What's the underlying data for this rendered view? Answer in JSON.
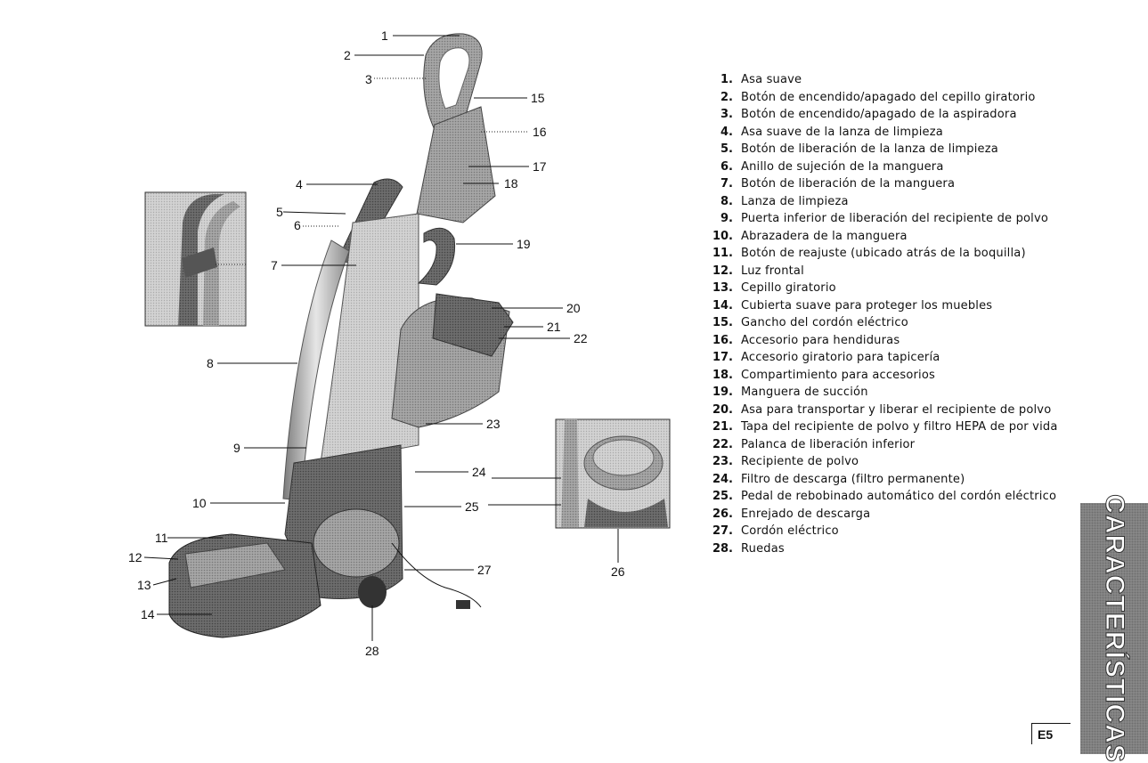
{
  "parts": [
    {
      "n": "1.",
      "label": "Asa suave"
    },
    {
      "n": "2.",
      "label": "Botón de encendido/apagado del cepillo giratorio"
    },
    {
      "n": "3.",
      "label": "Botón de encendido/apagado de la aspiradora"
    },
    {
      "n": "4.",
      "label": "Asa suave de la lanza de limpieza"
    },
    {
      "n": "5.",
      "label": "Botón de liberación de la lanza de limpieza"
    },
    {
      "n": "6.",
      "label": "Anillo de sujeción de la manguera"
    },
    {
      "n": "7.",
      "label": "Botón de liberación de la manguera"
    },
    {
      "n": "8.",
      "label": "Lanza de limpieza"
    },
    {
      "n": "9.",
      "label": "Puerta inferior de liberación del recipiente de polvo"
    },
    {
      "n": "10.",
      "label": "Abrazadera de la manguera"
    },
    {
      "n": "11.",
      "label": "Botón de reajuste (ubicado atrás de la boquilla)"
    },
    {
      "n": "12.",
      "label": "Luz frontal"
    },
    {
      "n": "13.",
      "label": "Cepillo giratorio"
    },
    {
      "n": "14.",
      "label": "Cubierta suave para proteger los muebles"
    },
    {
      "n": "15.",
      "label": "Gancho del cordón eléctrico"
    },
    {
      "n": "16.",
      "label": "Accesorio para hendiduras"
    },
    {
      "n": "17.",
      "label": "Accesorio giratorio para tapicería"
    },
    {
      "n": "18.",
      "label": "Compartimiento para accesorios"
    },
    {
      "n": "19.",
      "label": "Manguera de succión"
    },
    {
      "n": "20.",
      "label": "Asa para transportar y liberar el recipiente de polvo"
    },
    {
      "n": "21.",
      "label": "Tapa del recipiente de polvo y filtro HEPA de por vida"
    },
    {
      "n": "22.",
      "label": "Palanca de liberación inferior"
    },
    {
      "n": "23.",
      "label": "Recipiente de polvo"
    },
    {
      "n": "24.",
      "label": "Filtro de descarga (filtro permanente)"
    },
    {
      "n": "25.",
      "label": "Pedal de rebobinado automático del cordón eléctrico"
    },
    {
      "n": "26.",
      "label": "Enrejado de descarga"
    },
    {
      "n": "27.",
      "label": "Cordón eléctrico"
    },
    {
      "n": "28.",
      "label": "Ruedas"
    }
  ],
  "callouts": [
    "1",
    "2",
    "3",
    "4",
    "5",
    "6",
    "7",
    "8",
    "9",
    "10",
    "11",
    "12",
    "13",
    "14",
    "15",
    "16",
    "17",
    "18",
    "19",
    "20",
    "21",
    "22",
    "23",
    "24",
    "25",
    "26",
    "27",
    "28"
  ],
  "section_label": "CARACTERÍSTICAS",
  "page_number": "E5",
  "colors": {
    "ink": "#111111",
    "body_gray": "#8a8a8a",
    "tab_gray": "#8c8c8c"
  }
}
